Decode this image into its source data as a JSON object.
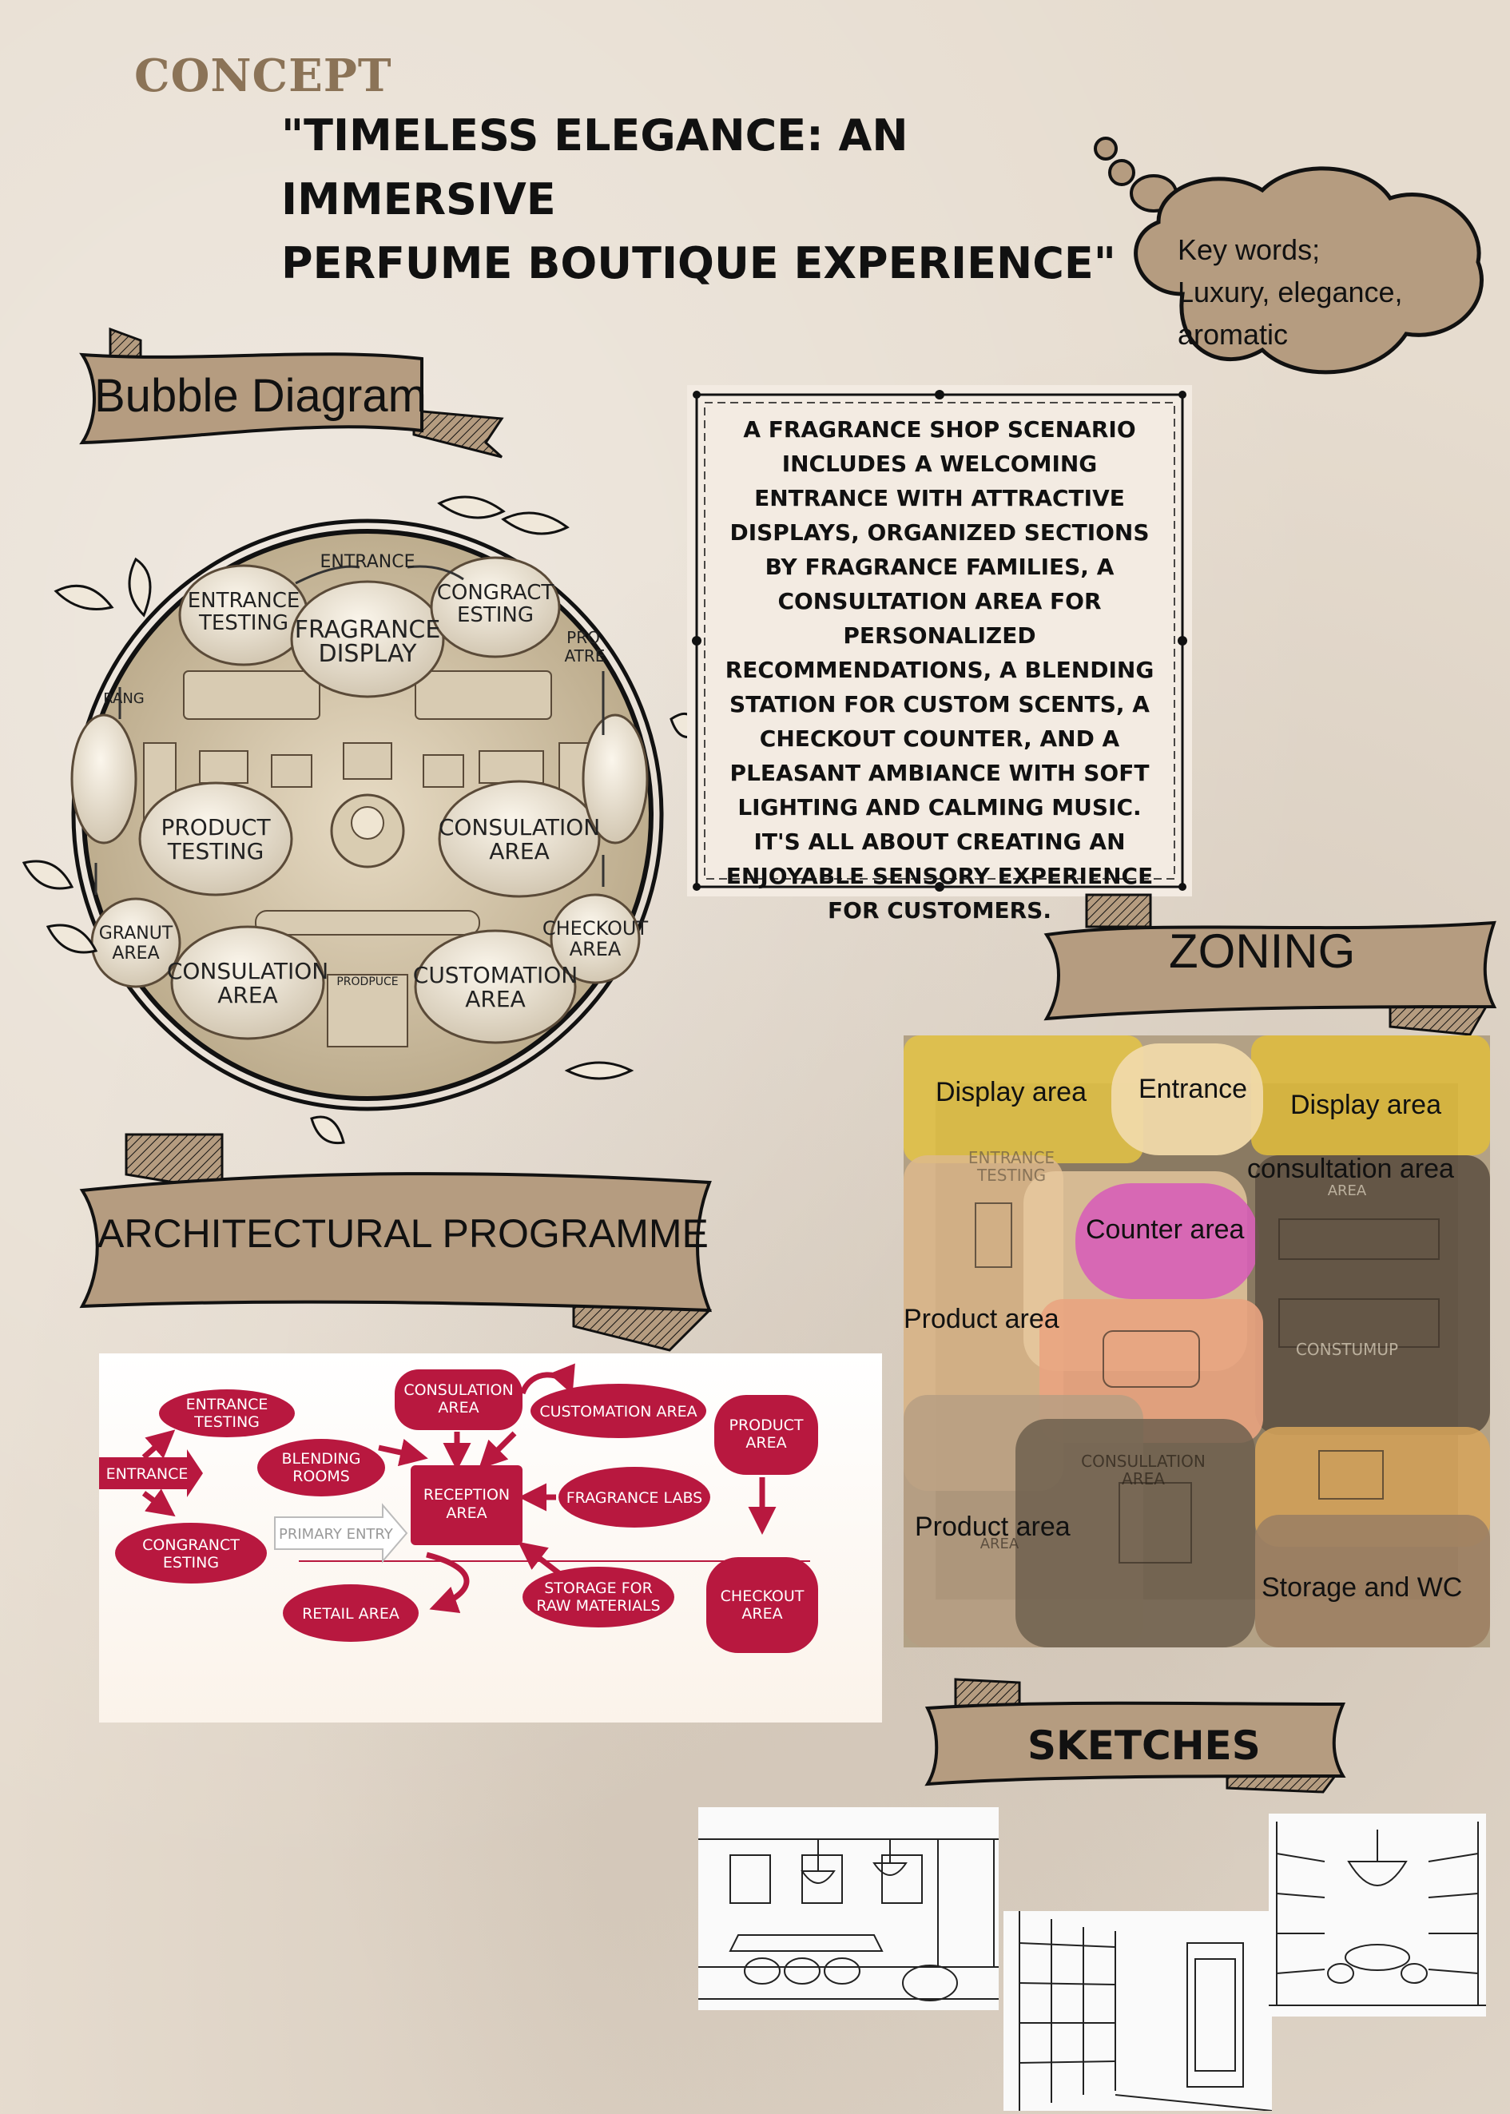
{
  "header": {
    "concept_label": "CONCEPT",
    "title_line1": "\"TIMELESS ELEGANCE: AN IMMERSIVE",
    "title_line2": "PERFUME BOUTIQUE EXPERIENCE\""
  },
  "keywords": {
    "line1": "Key words;",
    "line2": "Luxury, elegance,",
    "line3": "aromatic"
  },
  "ribbons": {
    "bubble": "Bubble Diagram",
    "zoning": "ZONING",
    "programme": "ARCHITECTURAL PROGRAMME",
    "sketches": "SKETCHES"
  },
  "description": "A FRAGRANCE SHOP SCENARIO INCLUDES A WELCOMING ENTRANCE WITH ATTRACTIVE DISPLAYS, ORGANIZED SECTIONS BY FRAGRANCE FAMILIES, A CONSULTATION AREA FOR PERSONALIZED RECOMMENDATIONS, A BLENDING STATION FOR CUSTOM SCENTS, A CHECKOUT COUNTER, AND A PLEASANT AMBIANCE WITH SOFT LIGHTING AND CALMING MUSIC. IT'S ALL ABOUT CREATING AN ENJOYABLE SENSORY EXPERIENCE FOR CUSTOMERS.",
  "bubble_diagram": {
    "entrance": "ENTRANCE",
    "entrance_testing": [
      "ENTRANCE",
      "TESTING"
    ],
    "congract_esting": [
      "CONGRACT",
      "ESTING"
    ],
    "fragrance_display": [
      "FRAGRANCE",
      "DISPLAY"
    ],
    "product_testing": [
      "PRODUCT",
      "TESTING"
    ],
    "consulation_area_top": [
      "CONSULATION",
      "AREA"
    ],
    "consulation_area_bottom": [
      "CONSULATION",
      "AREA"
    ],
    "customation_area": [
      "CUSTOMATION",
      "AREA"
    ],
    "checkout_area": [
      "CHECKOUT",
      "AREA"
    ],
    "fragranut_area": [
      "GRANUT",
      "AREA"
    ],
    "rang": "RANG",
    "produ_atre": [
      "PRO",
      "ATRE"
    ],
    "prodpuce": "PRODPUCE"
  },
  "zoning": {
    "display_area_left": "Display area",
    "entrance": "Entrance",
    "display_area_right": "Display area",
    "consultation_area": "consultation area",
    "counter_area": "Counter area",
    "product_area_1": "Product area",
    "product_area_2": "Product area",
    "storage_wc": "Storage and WC",
    "entrance_testing_bg": [
      "ENTRANCE",
      "TESTING"
    ],
    "consullation_bg": [
      "CONSULLATION",
      "AREA"
    ],
    "constumup_bg": "CONSTUMUP",
    "area_bg": "AREA",
    "area_bg2": "AREA"
  },
  "programme": {
    "entrance_testing": [
      "ENTRANCE",
      "TESTING"
    ],
    "entrance": "ENTRANCE",
    "blending_rooms": [
      "BLENDING",
      "ROOMS"
    ],
    "congract_esting": [
      "CONGRANCT",
      "ESTING"
    ],
    "primary_entry": "PRIMARY ENTRY",
    "consulation_area": [
      "CONSULATION",
      "AREA"
    ],
    "customation_area": "CUSTOMATION AREA",
    "reception_area": [
      "RECEPTION",
      "AREA"
    ],
    "fragrance_labs": "FRAGRANCE LABS",
    "storage": [
      "STORAGE FOR",
      "RAW MATERIALS"
    ],
    "retail_area": "RETAIL AREA",
    "product_area": [
      "PRODUCT",
      "AREA"
    ],
    "checkout_area": [
      "CHECKOUT",
      "AREA"
    ]
  },
  "colors": {
    "ribbon": "#b59c80",
    "ribbon_dark": "#8d7459",
    "crimson": "#b8183f",
    "concept": "#8b7357"
  }
}
